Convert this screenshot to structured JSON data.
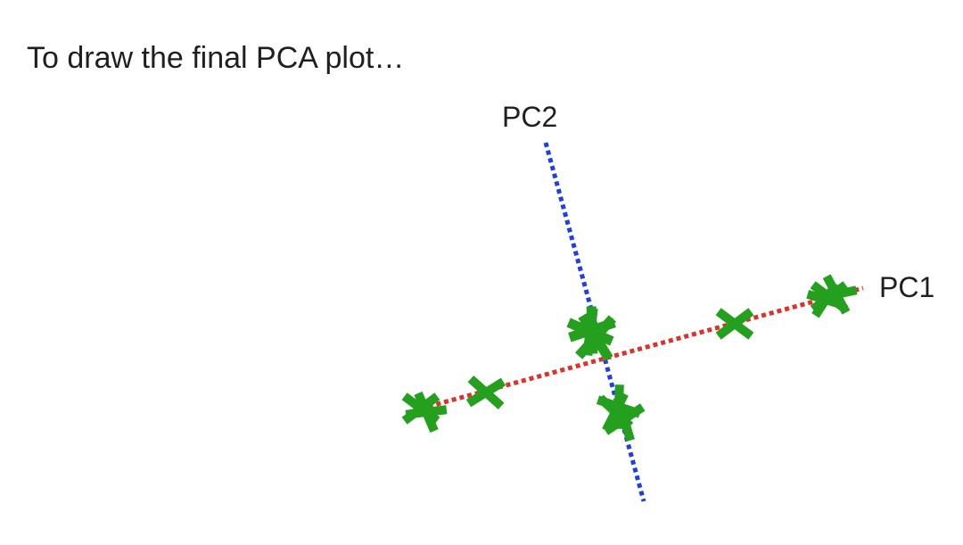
{
  "slide": {
    "title": "To draw the final PCA plot…"
  },
  "axes": {
    "pc1_label": "PC1",
    "pc2_label": "PC2"
  },
  "colors": {
    "pc1_axis": "#e0302a",
    "pc2_axis": "#1f3fe0",
    "data_points": "#25a01e",
    "text": "#1f1f1f",
    "background": "#ffffff"
  },
  "markers": {
    "shape": "x-cross",
    "count": 13
  }
}
